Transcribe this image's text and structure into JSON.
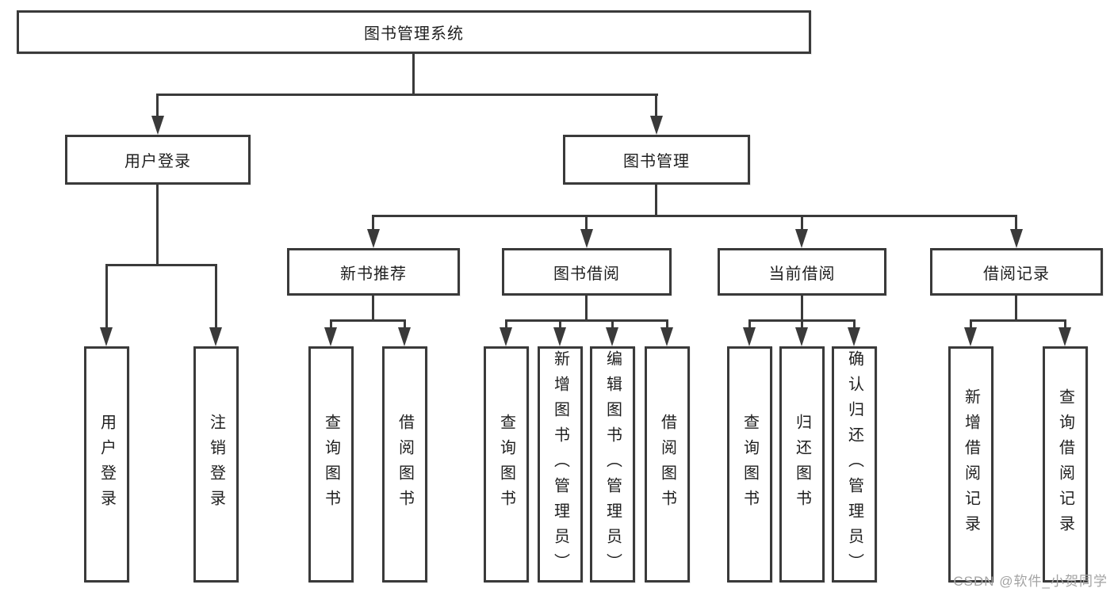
{
  "colors": {
    "line": "#3a3a3a",
    "text": "#1f1f1f",
    "background": "#ffffff",
    "watermark": "#a3a3a3"
  },
  "watermark": {
    "text": "CSDN @软件_小贺同学"
  },
  "tree": {
    "root": {
      "label": "图书管理系统"
    },
    "branches": [
      {
        "label": "用户登录",
        "leaves": [
          {
            "label": "用户登录"
          },
          {
            "label": "注销登录"
          }
        ]
      },
      {
        "label": "图书管理",
        "groups": [
          {
            "label": "新书推荐",
            "leaves": [
              {
                "label": "查询图书"
              },
              {
                "label": "借阅图书"
              }
            ]
          },
          {
            "label": "图书借阅",
            "leaves": [
              {
                "label": "查询图书"
              },
              {
                "label": "新增图书（管理员）"
              },
              {
                "label": "编辑图书（管理员）"
              },
              {
                "label": "借阅图书"
              }
            ]
          },
          {
            "label": "当前借阅",
            "leaves": [
              {
                "label": "查询图书"
              },
              {
                "label": "归还图书"
              },
              {
                "label": "确认归还（管理员）"
              }
            ]
          },
          {
            "label": "借阅记录",
            "leaves": [
              {
                "label": "新增借阅记录"
              },
              {
                "label": "查询借阅记录"
              }
            ]
          }
        ]
      }
    ]
  }
}
